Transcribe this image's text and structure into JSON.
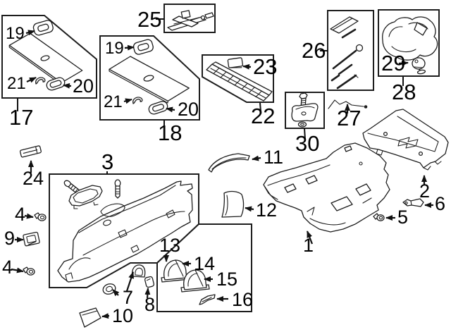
{
  "diagram": {
    "type": "exploded-parts-diagram",
    "colors": {
      "background": "#ffffff",
      "line": "#1d1d1d",
      "text": "#000000"
    },
    "callouts": [
      {
        "id": "17-19",
        "label": "19"
      },
      {
        "id": "17-21",
        "label": "21"
      },
      {
        "id": "17-20",
        "label": "20"
      },
      {
        "id": "17",
        "label": "17"
      },
      {
        "id": "18-19",
        "label": "19"
      },
      {
        "id": "18-21",
        "label": "21"
      },
      {
        "id": "18-20",
        "label": "20"
      },
      {
        "id": "18",
        "label": "18"
      },
      {
        "id": "25",
        "label": "25"
      },
      {
        "id": "23",
        "label": "23"
      },
      {
        "id": "22",
        "label": "22"
      },
      {
        "id": "26",
        "label": "26"
      },
      {
        "id": "29",
        "label": "29"
      },
      {
        "id": "28",
        "label": "28"
      },
      {
        "id": "27",
        "label": "27"
      },
      {
        "id": "30",
        "label": "30"
      },
      {
        "id": "24",
        "label": "24"
      },
      {
        "id": "4a",
        "label": "4"
      },
      {
        "id": "9",
        "label": "9"
      },
      {
        "id": "4b",
        "label": "4"
      },
      {
        "id": "3",
        "label": "3"
      },
      {
        "id": "11",
        "label": "11"
      },
      {
        "id": "12",
        "label": "12"
      },
      {
        "id": "13",
        "label": "13"
      },
      {
        "id": "14",
        "label": "14"
      },
      {
        "id": "15",
        "label": "15"
      },
      {
        "id": "16",
        "label": "16"
      },
      {
        "id": "7",
        "label": "7"
      },
      {
        "id": "8",
        "label": "8"
      },
      {
        "id": "10",
        "label": "10"
      },
      {
        "id": "1",
        "label": "1"
      },
      {
        "id": "2",
        "label": "2"
      },
      {
        "id": "5",
        "label": "5"
      },
      {
        "id": "6",
        "label": "6"
      }
    ]
  }
}
